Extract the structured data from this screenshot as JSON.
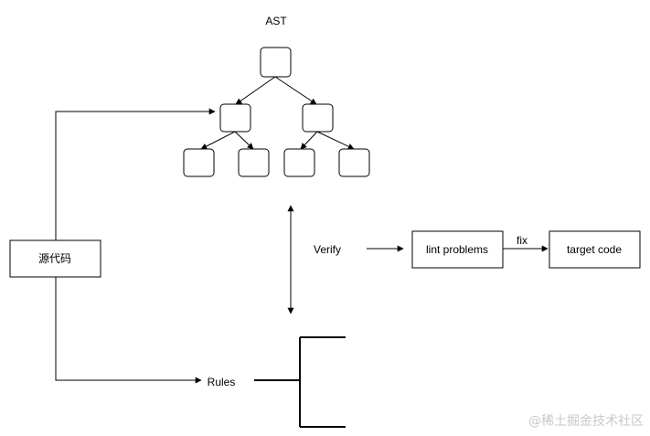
{
  "diagram": {
    "ast_label": "AST",
    "source_label": "源代码",
    "verify_label": "Verify",
    "rules_label": "Rules",
    "lint_label": "lint problems",
    "fix_label": "fix",
    "target_label": "target code"
  },
  "watermark": {
    "text": "@稀土掘金技术社区"
  }
}
